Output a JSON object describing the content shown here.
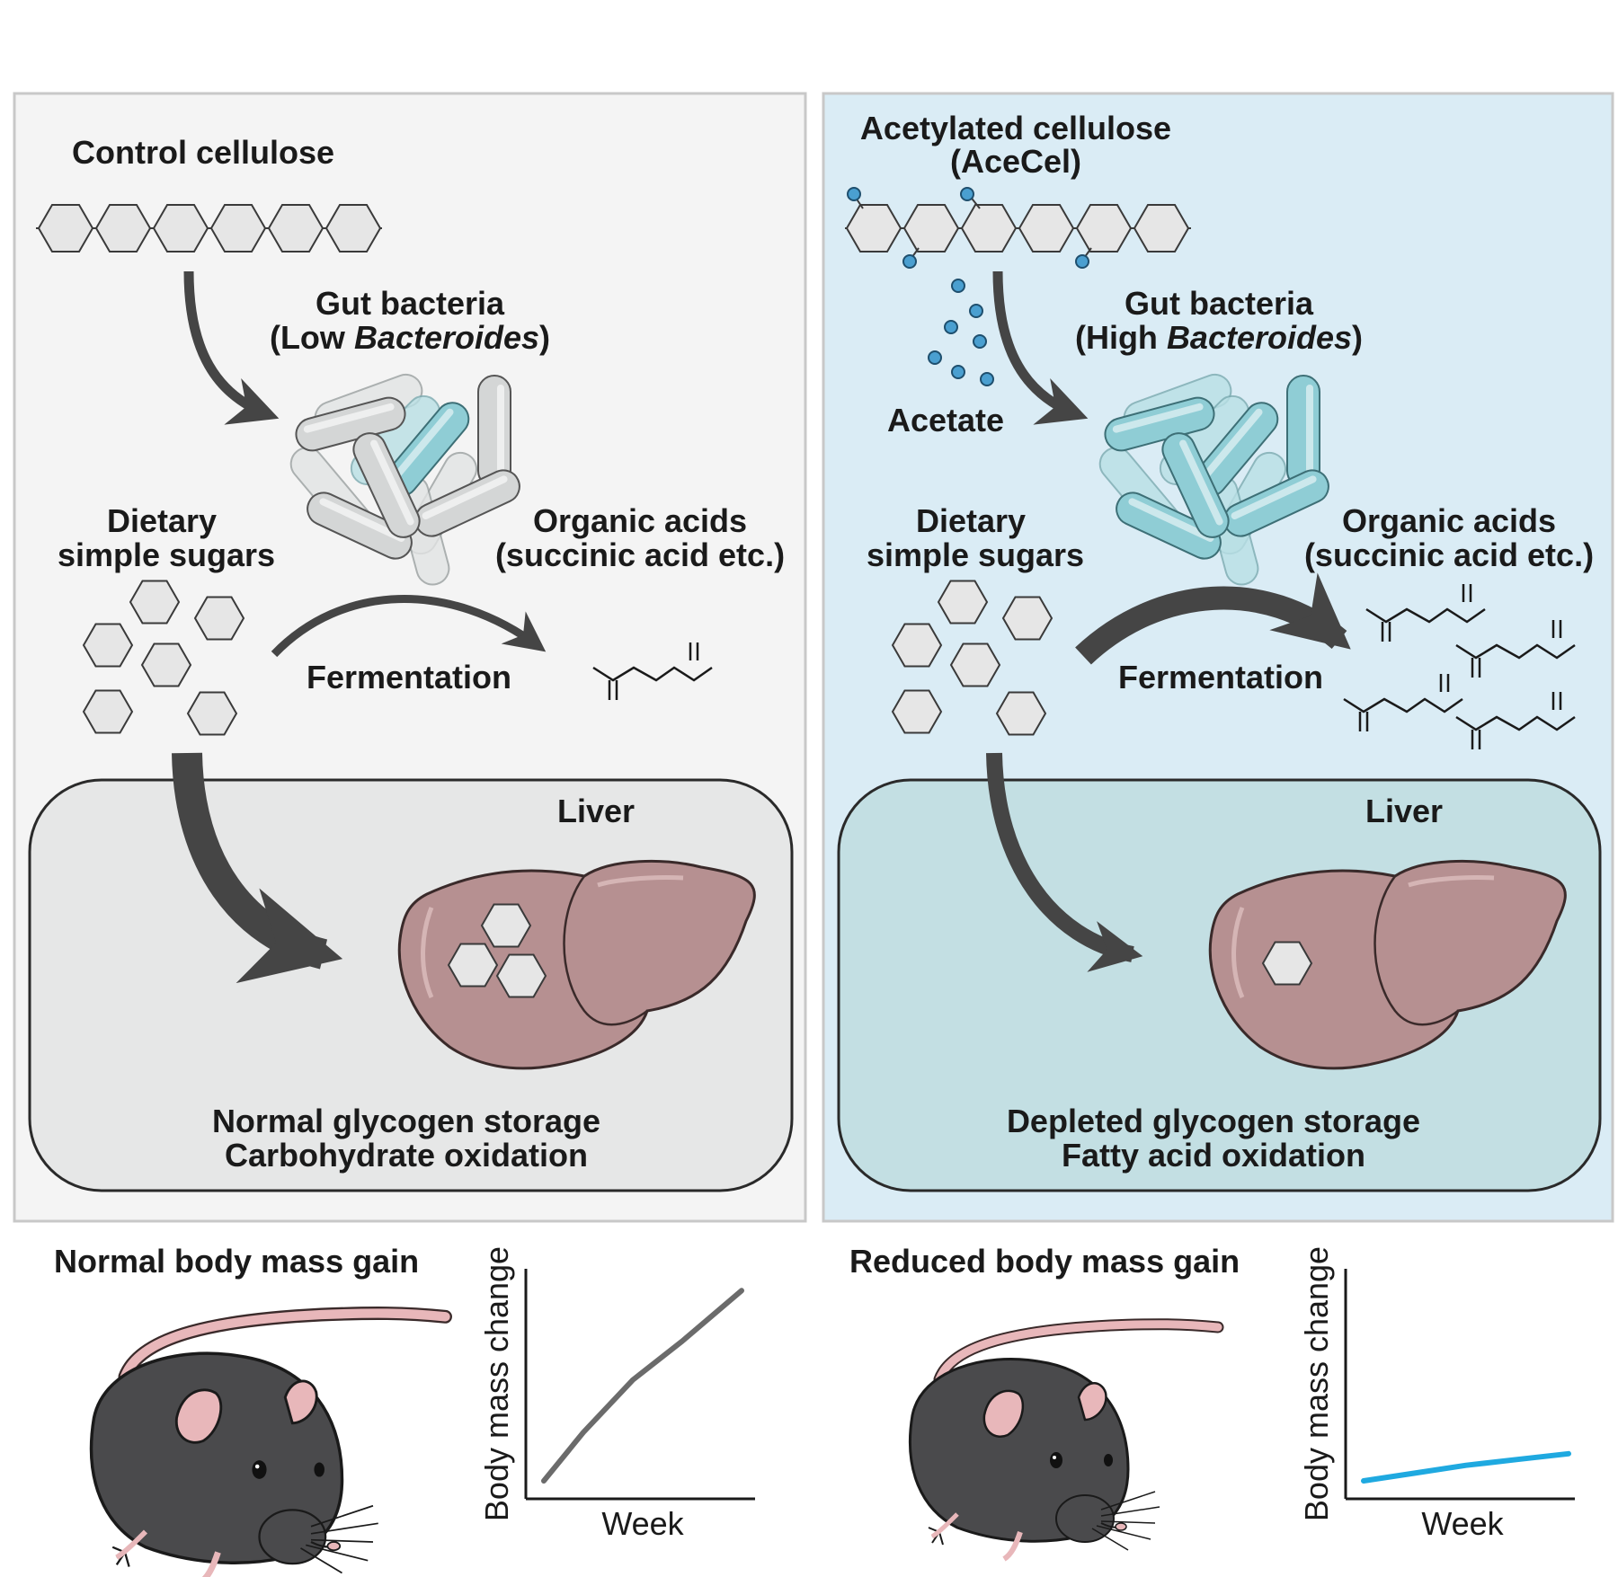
{
  "left_panel": {
    "title": "Control cellulose",
    "bacteria_label_line1": "Gut bacteria",
    "bacteria_label_line2_prefix": "(Low ",
    "bacteria_label_line2_italic": "Bacteroides",
    "bacteria_label_line2_suffix": ")",
    "sugars_line1": "Dietary",
    "sugars_line2": "simple sugars",
    "acids_line1": "Organic acids",
    "acids_line2": "(succinic acid etc.)",
    "fermentation": "Fermentation",
    "liver": "Liver",
    "outcome_line1": "Normal glycogen storage",
    "outcome_line2": "Carbohydrate oxidation",
    "mass_title": "Normal body mass gain"
  },
  "right_panel": {
    "title_line1": "Acetylated cellulose",
    "title_line2": "(AceCel)",
    "acetate": "Acetate",
    "bacteria_label_line1": "Gut bacteria",
    "bacteria_label_line2_prefix": "(High ",
    "bacteria_label_line2_italic": "Bacteroides",
    "bacteria_label_line2_suffix": ")",
    "sugars_line1": "Dietary",
    "sugars_line2": "simple sugars",
    "acids_line1": "Organic acids",
    "acids_line2": "(succinic acid etc.)",
    "fermentation": "Fermentation",
    "liver": "Liver",
    "outcome_line1": "Depleted glycogen storage",
    "outcome_line2": "Fatty acid oxidation",
    "mass_title": "Reduced body mass gain"
  },
  "charts": {
    "ylabel": "Body mass change",
    "xlabel": "Week"
  },
  "colors": {
    "left_panel_bg": "#f4f4f4",
    "right_panel_bg": "#daecf5",
    "left_liver_box": "#e6e7e7",
    "right_liver_box": "#c3dfe3",
    "liver": "#b69091",
    "arrow": "#454545",
    "control_line": "#6b6b6b",
    "acecel_line": "#1fa9e0",
    "acetate_dot": "#4a9fd0",
    "bacteria_gray": "#d4d6d6",
    "bacteria_teal": "#8fcdd5"
  },
  "chart_data": [
    {
      "type": "line",
      "xlabel": "Week",
      "ylabel": "Body mass change",
      "series": [
        {
          "x": [
            0,
            0.2,
            0.45,
            0.7,
            1.0
          ],
          "values": [
            0.0,
            0.25,
            0.52,
            0.72,
            0.98
          ]
        }
      ]
    },
    {
      "type": "line",
      "xlabel": "Week",
      "ylabel": "Body mass change",
      "series": [
        {
          "x": [
            0,
            0.25,
            0.5,
            0.75,
            1.0
          ],
          "values": [
            0.0,
            0.04,
            0.08,
            0.11,
            0.14
          ]
        }
      ]
    }
  ]
}
